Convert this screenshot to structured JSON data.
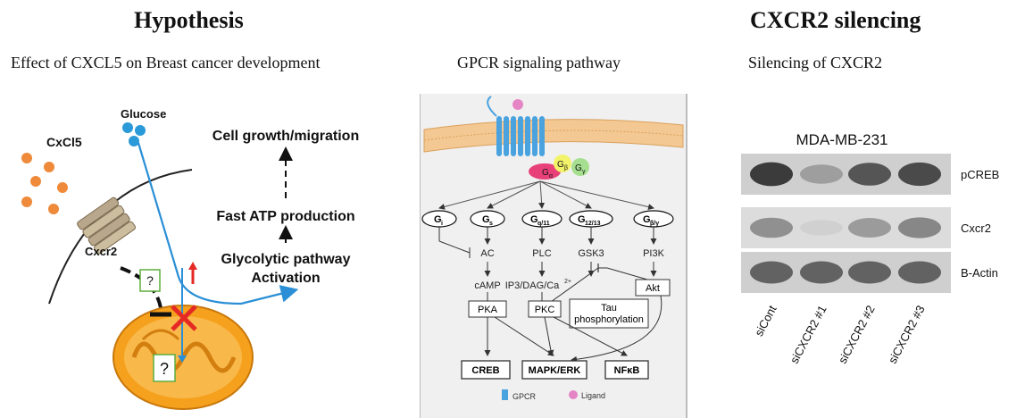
{
  "hypothesis": {
    "heading": "Hypothesis",
    "subtitle": "Effect of CXCL5 on Breast cancer development",
    "labels": {
      "glucose": "Glucose",
      "cxcl5": "CxCl5",
      "cxcr2": "Cxcr2",
      "cell_growth": "Cell growth/migration",
      "atp": "Fast ATP production",
      "glycolytic_line1": "Glycolytic pathway",
      "glycolytic_line2": "Activation",
      "question": "?"
    },
    "colors": {
      "cxcl5_dot": "#ee8a3a",
      "glucose_dot": "#2a9ad8",
      "arrow_blue": "#2a8fd6",
      "mito": "#f6a11d",
      "cross": "#e52a24",
      "up_arrow": "#e52a24"
    }
  },
  "gpcr": {
    "subtitle": "GPCR signaling pathway",
    "g_subunits": {
      "alpha": "G",
      "alpha_sub": "α",
      "beta": "G",
      "beta_sub": "β",
      "gamma": "G",
      "gamma_sub": "γ"
    },
    "nodes": {
      "gi": "G",
      "gi_sub": "i",
      "gs": "G",
      "gs_sub": "s",
      "gq": "G",
      "gq_sub": "q/11",
      "g12": "G",
      "g12_sub": "12/13",
      "gby": "G",
      "gby_sub": "β/γ",
      "ac": "AC",
      "camp": "cAMP",
      "pka": "PKA",
      "plc": "PLC",
      "ip3_prefix": "IP3/DAG/Ca",
      "ip3_sup": "2+",
      "pkc": "PKC",
      "gsk3": "GSK3",
      "tau_line1": "Tau",
      "tau_line2": "phosphorylation",
      "pi3k": "PI3K",
      "akt": "Akt",
      "creb": "CREB",
      "mapk": "MAPK/ERK",
      "nfkb": "NFκB"
    },
    "legend": {
      "gpcr": "GPCR",
      "ligand": "Ligand"
    },
    "colors": {
      "membrane": "#f4c892",
      "receptor": "#4aa3df",
      "ligand": "#e585c5",
      "g_alpha": "#e8417a",
      "g_beta": "#f3f36a",
      "g_gamma": "#a6df8f",
      "panel_bg": "#f0f0f0"
    }
  },
  "silencing": {
    "heading": "CXCR2 silencing",
    "subtitle": "Silencing of CXCR2",
    "blot_title": "MDA-MB-231",
    "rows": [
      "pCREB",
      "Cxcr2",
      "B-Actin"
    ],
    "lanes": [
      "siCont",
      "siCXCR2 #1",
      "siCXCR2 #2",
      "siCXCR2 #3"
    ],
    "band_intensity": {
      "pCREB": [
        0.9,
        0.45,
        0.8,
        0.85
      ],
      "Cxcr2": [
        0.55,
        0.1,
        0.5,
        0.6
      ],
      "B-Actin": [
        0.75,
        0.75,
        0.75,
        0.75
      ]
    }
  }
}
